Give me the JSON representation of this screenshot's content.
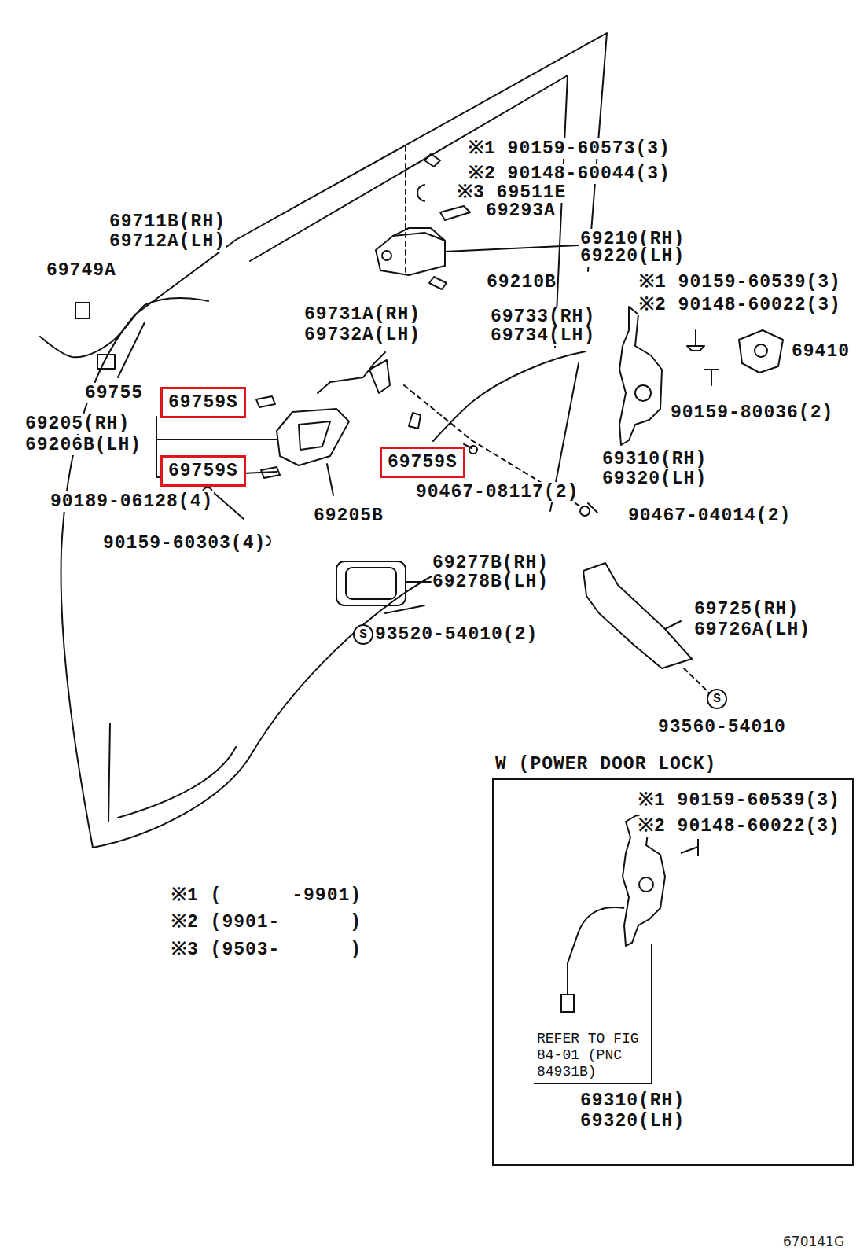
{
  "diagram": {
    "nodes": [
      {
        "text": [
          "69759S"
        ]
      },
      {
        "text": [
          "69759S"
        ]
      },
      {
        "text": [
          "69759S"
        ]
      },
      {
        "text": [
          "W (POWER DOOR LOCK)",
          "※1 90159-60539(3)",
          "※2 90148-60022(3)",
          "REFER TO FIG 84-01 (PNC 84931B)",
          "69310(RH)",
          "69320(LH)"
        ]
      }
    ],
    "edges": [],
    "labels": [
      "※1 90159-60573(3)",
      "※2 90148-60044(3)",
      "※3 69511E",
      "69293A",
      "69210(RH)",
      "69220(LH)",
      "69210B",
      "※1 90159-60539(3)",
      "※2 90148-60022(3)",
      "69410",
      "90159-80036(2)",
      "69711B(RH)",
      "69712A(LH)",
      "69749A",
      "69731A(RH)",
      "69732A(LH)",
      "69733(RH)",
      "69734(LH)",
      "69755",
      "69205(RH)",
      "69206B(LH)",
      "69310(RH)",
      "69320(LH)",
      "90467-08117(2)",
      "90189-06128(4)",
      "90467-04014(2)",
      "69205B",
      "90159-60303(4)",
      "69277B(RH)",
      "69278B(LH)",
      "S",
      "93520-54010(2)",
      "69725(RH)",
      "69726A(LH)",
      "S",
      "93560-54010",
      "※1 (      -9901)",
      "※2 (9901-      )",
      "※3 (9503-      )",
      "670141G"
    ]
  }
}
